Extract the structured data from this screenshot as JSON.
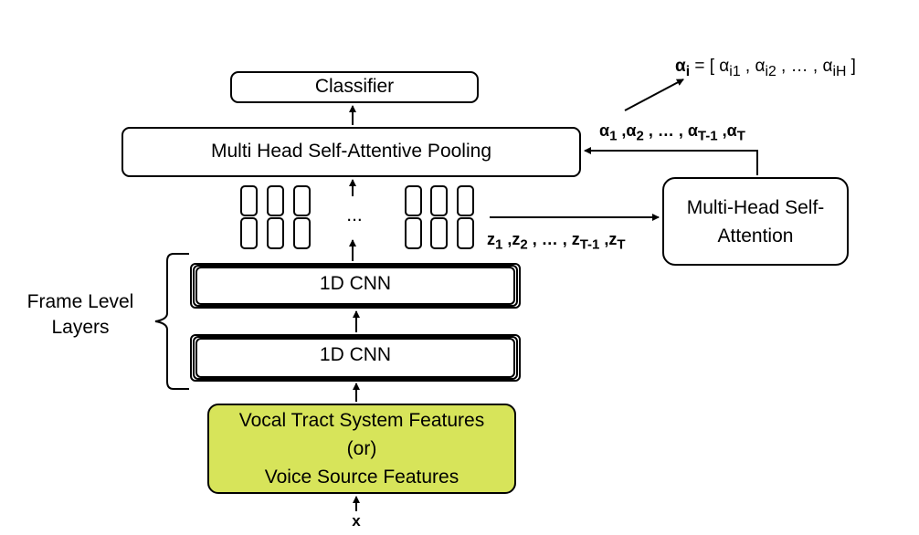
{
  "diagram": {
    "classifier_label": "Classifier",
    "pooling_label": "Multi Head Self-Attentive Pooling",
    "attention_label": "Multi-Head Self-Attention",
    "cnn_upper_label": "1D CNN",
    "cnn_lower_label": "1D CNN",
    "frame_level_label": "Frame Level Layers",
    "features_line1": "Vocal Tract System Features",
    "features_line2": "(or)",
    "features_line3": "Voice Source Features",
    "ellipsis": "...",
    "input_label": "x",
    "alpha_vector": "αi = [ αi1 , αi2 , ... , αiH ]",
    "alpha_sequence": "α1 ,α2 , ... , αT-1 ,αT",
    "z_sequence": "z1 ,z2 , ... , zT-1 ,zT",
    "colors": {
      "feature_fill": "#d7e45a",
      "stroke": "#000000"
    }
  }
}
